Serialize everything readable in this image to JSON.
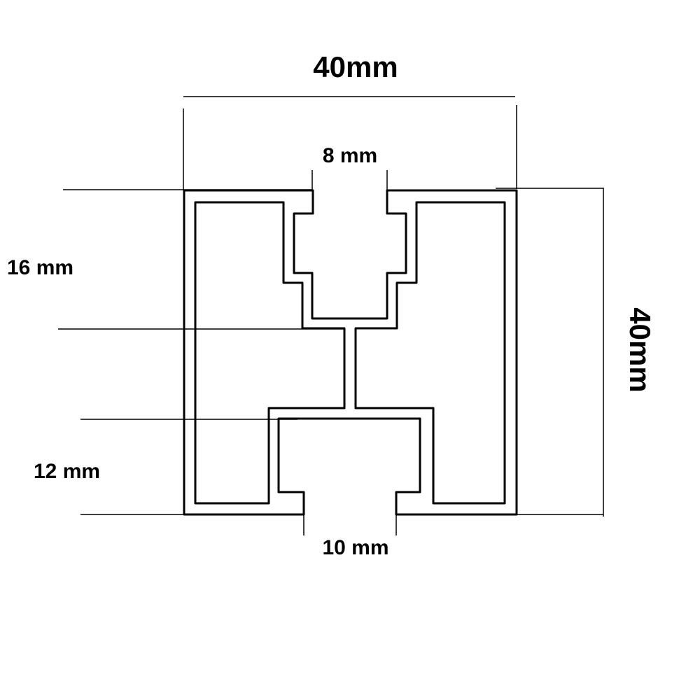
{
  "dimensions": {
    "overall_width": "40mm",
    "overall_height": "40mm",
    "top_slot_width": "8 mm",
    "bottom_slot_width": "10 mm",
    "upper_section_height": "16 mm",
    "lower_section_height": "12 mm"
  },
  "colors": {
    "line": "#000000",
    "background": "#ffffff"
  }
}
